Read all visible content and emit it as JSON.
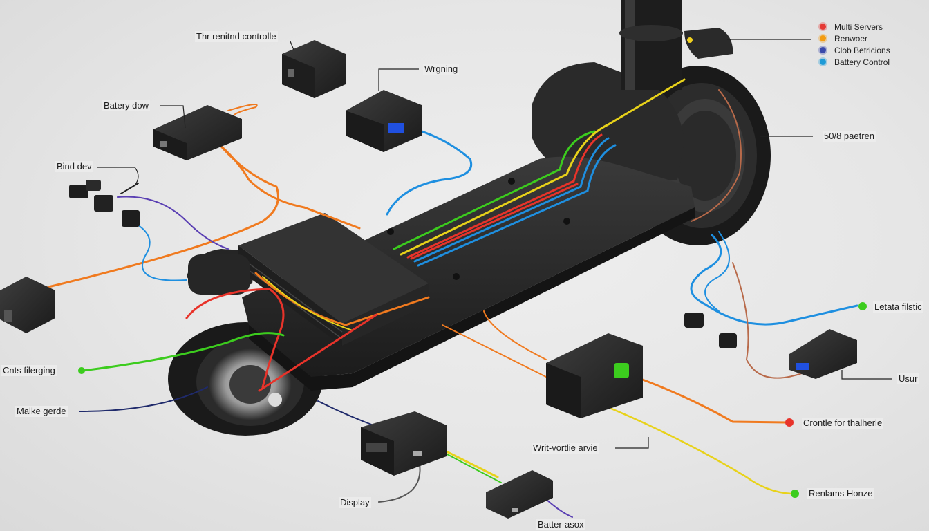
{
  "labels": {
    "top_controller": "Thr renitnd controlle",
    "battery_dow": "Batery dow",
    "wrgning": "Wrgning",
    "bind_dev": "Bind dev",
    "cnts_filerging": "Cnts filerging",
    "malke_gerde": "Malke gerde",
    "display": "Display",
    "batter_asox": "Batter-asox",
    "writ_vortlie": "Writ-vortlie arvie",
    "rentlams_honze": "Renlams Honze",
    "crontle_for": "Crontle for thalherle",
    "usur": "Usur",
    "letata_filstic": "Letata filstic",
    "paetren_50b": "50/8 paetren"
  },
  "legend": [
    {
      "label": "Multi Servers",
      "color": "#e53935"
    },
    {
      "label": "Renwoer",
      "color": "#f39c12"
    },
    {
      "label": "Clob Betricions",
      "color": "#3949ab"
    },
    {
      "label": "Battery Control",
      "color": "#1e9bd7"
    }
  ],
  "wire_colors": {
    "red": "#e8332a",
    "orange": "#f07a1f",
    "yellow": "#e8d21a",
    "green": "#3ccc1e",
    "blue": "#1e8fe0",
    "navy": "#1f2a6b",
    "purple": "#5a3fb3",
    "brown": "#b86a4a"
  },
  "icons": [
    "scooter-illustration",
    "controller-box-icon",
    "connector-icon"
  ]
}
